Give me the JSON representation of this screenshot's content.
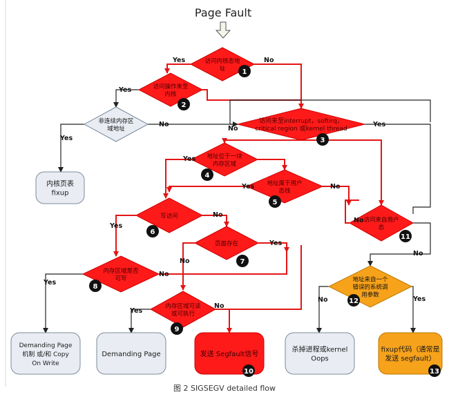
{
  "title": "Page Fault",
  "caption": "图 2 SIGSEGV detailed flow",
  "colors": {
    "red": "#ff1a1a",
    "redDark": "#cc0000",
    "line": "#e41414",
    "black": "#222222",
    "gray_fill": "#e9edf3",
    "gray_stroke": "#7a8a9a",
    "orange": "#f7a21b",
    "orange_stroke": "#b87800",
    "white": "#ffffff"
  },
  "diamonds": [
    {
      "id": "d1",
      "num": "1",
      "lines": [
        "访问内核态地",
        "址"
      ],
      "fill": "red"
    },
    {
      "id": "d2",
      "num": "2",
      "lines": [
        "访问操作来至",
        "内核"
      ],
      "fill": "red"
    },
    {
      "id": "dNC",
      "num": "",
      "lines": [
        "非连续内存区",
        "域地址"
      ],
      "fill": "gray"
    },
    {
      "id": "d3",
      "num": "3",
      "lines": [
        "访问来至interrupt，softirq，",
        "critical region 或kernel thread"
      ],
      "fill": "red"
    },
    {
      "id": "d4",
      "num": "4",
      "lines": [
        "地址位于一块",
        "内存区域"
      ],
      "fill": "red"
    },
    {
      "id": "d5",
      "num": "5",
      "lines": [
        "地址属于用户",
        "态栈"
      ],
      "fill": "red"
    },
    {
      "id": "d6",
      "num": "6",
      "lines": [
        "写访问"
      ],
      "fill": "red"
    },
    {
      "id": "d7",
      "num": "7",
      "lines": [
        "页面存在"
      ],
      "fill": "red"
    },
    {
      "id": "d8",
      "num": "8",
      "lines": [
        "内存区域是否",
        "可写"
      ],
      "fill": "red"
    },
    {
      "id": "d9",
      "num": "9",
      "lines": [
        "内存区域可读",
        "或可执行"
      ],
      "fill": "red"
    },
    {
      "id": "d11",
      "num": "11",
      "lines": [
        "访问来自用户",
        "态"
      ],
      "fill": "red"
    },
    {
      "id": "d12",
      "num": "12",
      "lines": [
        "地址来自一个",
        "错误的系统调",
        "用参数"
      ],
      "fill": "orange"
    }
  ],
  "boxes": [
    {
      "id": "bFix",
      "num": "",
      "lines": [
        "内核页表",
        "fixup"
      ],
      "fill": "gray"
    },
    {
      "id": "bCOW",
      "num": "",
      "lines": [
        "Demanding Page",
        "机制 或/和 Copy",
        "On Write"
      ],
      "fill": "gray"
    },
    {
      "id": "bDP",
      "num": "",
      "lines": [
        "Demanding Page"
      ],
      "fill": "gray"
    },
    {
      "id": "bSeg",
      "num": "10",
      "lines": [
        "发送 Segfault信号"
      ],
      "fill": "red"
    },
    {
      "id": "bKill",
      "num": "",
      "lines": [
        "杀掉进程或kernel",
        "Oops"
      ],
      "fill": "gray"
    },
    {
      "id": "bFixup",
      "num": "13",
      "lines": [
        "fixup代码（通常是",
        "发送 segfault）"
      ],
      "fill": "orange"
    }
  ],
  "edge_labels": [
    {
      "text": "Yes"
    },
    {
      "text": "No"
    },
    {
      "text": "Yes"
    },
    {
      "text": "No"
    },
    {
      "text": "Yes"
    },
    {
      "text": "No"
    },
    {
      "text": "Yes"
    },
    {
      "text": "Yes"
    },
    {
      "text": "Yes"
    },
    {
      "text": "No"
    },
    {
      "text": "Yes"
    },
    {
      "text": "No"
    },
    {
      "text": "Yes"
    },
    {
      "text": "No"
    },
    {
      "text": "No"
    },
    {
      "text": "Yes"
    },
    {
      "text": "No"
    },
    {
      "text": "Yes"
    },
    {
      "text": "No"
    },
    {
      "text": "No"
    },
    {
      "text": "No"
    },
    {
      "text": "Yes"
    }
  ]
}
